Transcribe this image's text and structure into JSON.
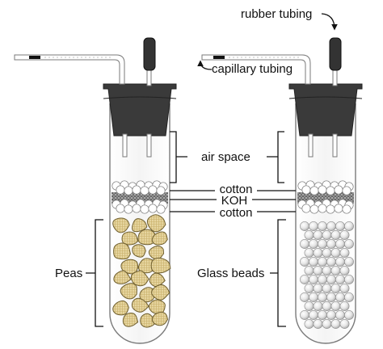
{
  "labels": {
    "rubber_tubing": "rubber tubing",
    "capillary_tubing": "capillary tubing",
    "air_space": "air space",
    "cotton_top": "cotton",
    "koh": "KOH",
    "cotton_bottom": "cotton",
    "peas": "Peas",
    "glass_beads": "Glass beads"
  },
  "respirometers": [
    {
      "name": "peas-respirometer",
      "contents": "peas"
    },
    {
      "name": "glass-beads-respirometer",
      "contents": "glass beads"
    }
  ],
  "colors": {
    "stopper": "#3a3a3a",
    "rubber_tubing": "#333333",
    "glass_outline": "#7a7a7a",
    "pea_fill": "#e3d29b",
    "pea_outline": "#6e5e2e",
    "bead_fill": "#eaeaea",
    "cotton_fill": "#ffffff",
    "koh_fill": "#8a8a8a",
    "line": "#111111"
  }
}
